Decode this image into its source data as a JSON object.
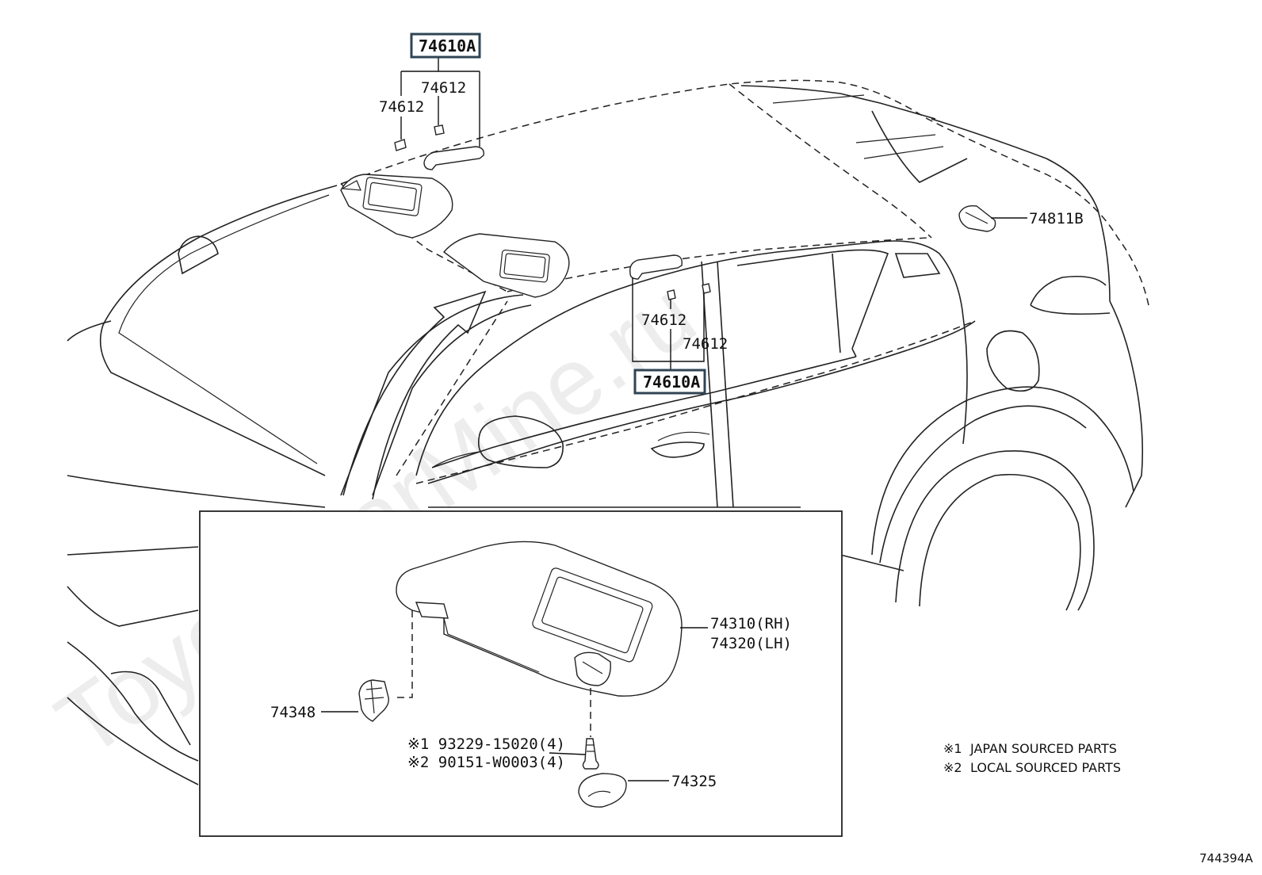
{
  "watermark": "ToyotaCarMine.ru",
  "figure_id": "744394A",
  "legend": {
    "mark1_symbol": "※1",
    "mark1_text": "JAPAN SOURCED PARTS",
    "mark2_symbol": "※2",
    "mark2_text": "LOCAL SOURCED PARTS"
  },
  "callouts": {
    "assist_grip_front": "74610A",
    "assist_grip_rear": "74610A",
    "clip_front_a": "74612",
    "clip_front_b": "74612",
    "clip_rear_a": "74612",
    "clip_rear_b": "74612",
    "dome_lamp": "74811B",
    "sun_visor_rh": "74310(RH)",
    "sun_visor_lh": "74320(LH)",
    "visor_holder": "74348",
    "screw_japan": "※1 93229-15020(4)",
    "screw_local": "※2 90151-W0003(4)",
    "screw_cover": "74325"
  }
}
